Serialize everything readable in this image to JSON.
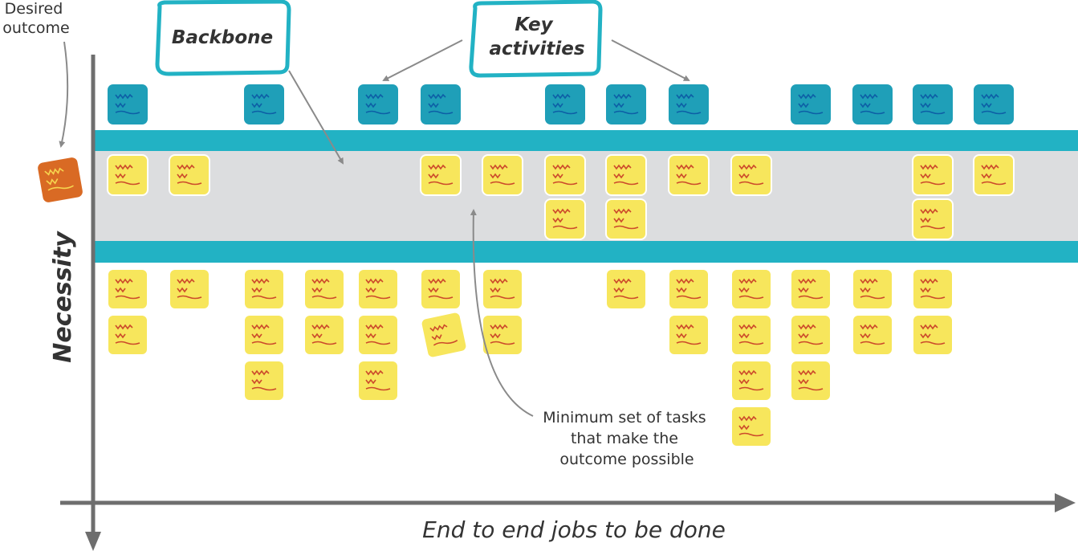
{
  "labels": {
    "desired_outcome": [
      "Desired",
      "outcome"
    ],
    "backbone": "Backbone",
    "key_activities": [
      "Key",
      "activities"
    ],
    "necessity": "Necessity",
    "x_axis": "End to end jobs to be done",
    "minimum_set": [
      "Minimum set of tasks",
      "that make the",
      "outcome possible"
    ]
  },
  "colors": {
    "activity_card": "#1f9fb8",
    "task_card": "#f7e65c",
    "outcome_card": "#d96a24",
    "band": "#22b2c4",
    "backbone_area": "#dcdddf",
    "axis": "#6e6e6e",
    "callout_border": "#22b2c4"
  },
  "icons": {
    "scribble": "scribble-icon",
    "arrow": "arrow-icon"
  },
  "columns": {
    "activities": [
      1,
      3,
      5,
      6,
      8,
      9,
      10,
      12,
      13,
      14,
      15
    ],
    "backbone_tasks": [
      1,
      1,
      0,
      0,
      0,
      1,
      1,
      2,
      2,
      1,
      1,
      0,
      0,
      2,
      1
    ],
    "below_tasks": [
      2,
      1,
      3,
      2,
      3,
      2,
      2,
      0,
      1,
      2,
      4,
      3,
      2,
      2,
      0
    ]
  }
}
